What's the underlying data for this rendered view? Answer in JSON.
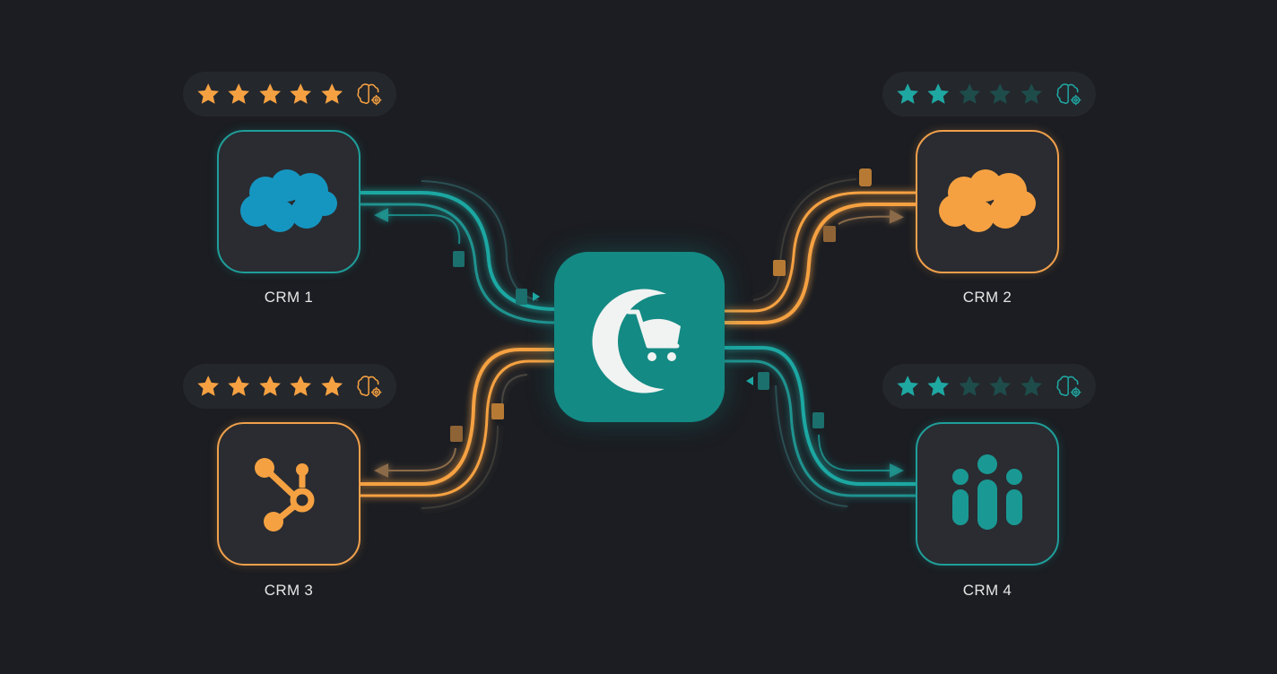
{
  "diagram": {
    "hub": {
      "name": "Central commerce app",
      "icon": "crescent-cart-logo",
      "color": "#148a84"
    },
    "colors": {
      "teal": "#1fa7a2",
      "orange": "#f5a142",
      "background": "#1b1d22",
      "node_bg": "#2a2c31",
      "dim_star": "#1e4c4b"
    },
    "nodes": [
      {
        "id": "crm1",
        "label": "CRM 1",
        "icon": "cloud-icon",
        "accent": "teal",
        "rating": 5,
        "rating_color": "orange",
        "link_color": "teal"
      },
      {
        "id": "crm2",
        "label": "CRM 2",
        "icon": "cloud-icon",
        "accent": "orange",
        "rating": 2,
        "rating_color": "teal",
        "link_color": "orange"
      },
      {
        "id": "crm3",
        "label": "CRM 3",
        "icon": "hub-network-icon",
        "accent": "orange",
        "rating": 5,
        "rating_color": "orange",
        "link_color": "orange"
      },
      {
        "id": "crm4",
        "label": "CRM 4",
        "icon": "people-group-icon",
        "accent": "teal",
        "rating": 2,
        "rating_color": "teal",
        "link_color": "teal"
      }
    ],
    "rating_max": 5,
    "rating_badge_icon": "brain-gear-icon"
  }
}
